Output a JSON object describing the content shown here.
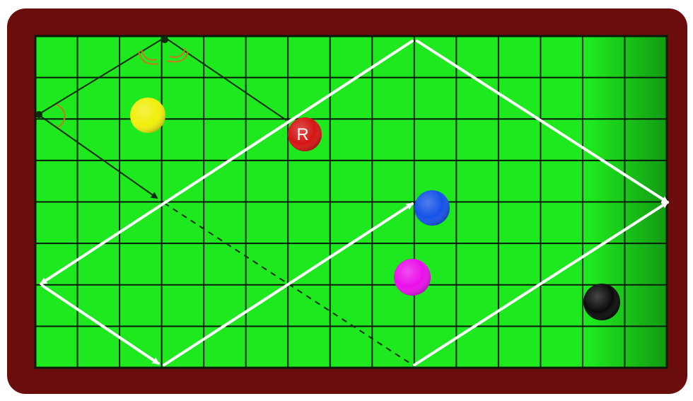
{
  "colors": {
    "background": "#ffffff",
    "rail": "#6b0d0d",
    "felt": "#1ee81e",
    "felt_shadow": "#129a12",
    "grid": "#0a1a0a",
    "path": "#ffffff",
    "construction": "#0d2a0d",
    "angle_mark": "#c8781e"
  },
  "table": {
    "columns": 15,
    "rows": 8
  },
  "balls": [
    {
      "name": "yellow-ball",
      "color": "#f2ee0c",
      "label": ""
    },
    {
      "name": "red-ball",
      "color": "#d61414",
      "label": "R"
    },
    {
      "name": "blue-ball",
      "color": "#1552e8",
      "label": ""
    },
    {
      "name": "magenta-ball",
      "color": "#ea10ea",
      "label": ""
    },
    {
      "name": "black-ball",
      "color": "#0a0a0a",
      "label": ""
    }
  ]
}
